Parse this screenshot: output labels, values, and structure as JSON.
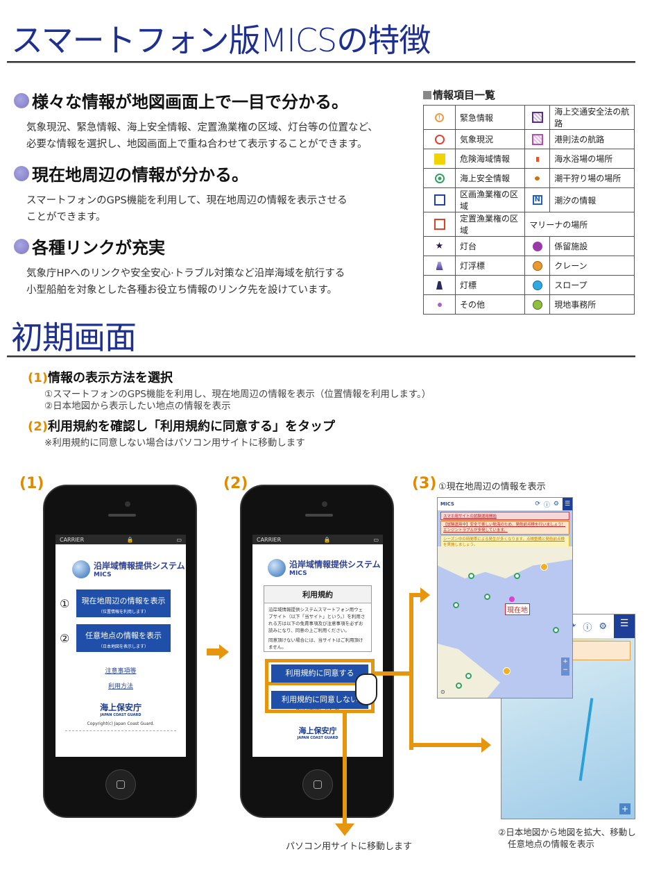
{
  "header": {
    "title": "スマートフォン版MICSの特徴"
  },
  "features": [
    {
      "heading": "様々な情報が地図画面上で一目で分かる。",
      "lines": [
        "気象現況、緊急情報、海上安全情報、定置漁業権の区域、灯台等の位置など、",
        "必要な情報を選択し、地図画面上で重ね合わせて表示することができます。"
      ]
    },
    {
      "heading": "現在地周辺の情報が分かる。",
      "lines": [
        "スマートフォンのGPS機能を利用して、現在地周辺の情報を表示させる",
        "ことができます。"
      ]
    },
    {
      "heading": "各種リンクが充実",
      "lines": [
        "気象庁HPへのリンクや安全安心·トラブル対策など沿岸海域を航行する",
        "小型船舶を対象とした各種お役立ち情報のリンク先を設けています。"
      ]
    }
  ],
  "legend": {
    "title": "情報項目一覧",
    "rows": [
      {
        "left_icon": "emergency-icon",
        "left": "緊急情報",
        "right_icon": "traffic-route-icon",
        "right": "海上交通安全法の航路"
      },
      {
        "left_icon": "weather-icon",
        "left": "気象現況",
        "right_icon": "port-route-icon",
        "right": "港則法の航路"
      },
      {
        "left_icon": "danger-area-icon",
        "left": "危険海域情報",
        "right_icon": "beach-flag-icon",
        "right": "海水浴場の場所"
      },
      {
        "left_icon": "safety-info-icon",
        "left": "海上安全情報",
        "right_icon": "shellfish-icon",
        "right": "潮干狩り場の場所"
      },
      {
        "left_icon": "zone-fishery-icon",
        "left": "区画漁業権の区域",
        "right_icon": "tide-icon",
        "right": "潮汐の情報"
      },
      {
        "left_icon": "fixed-fishery-icon",
        "left": "定置漁業権の区域",
        "right_icon": "",
        "right": "マリーナの場所"
      },
      {
        "left_icon": "lighthouse-icon",
        "left": "灯台",
        "right_icon": "mooring-icon",
        "right": "係留施設"
      },
      {
        "left_icon": "light-buoy-icon",
        "left": "灯浮標",
        "right_icon": "crane-icon",
        "right": "クレーン"
      },
      {
        "left_icon": "light-beacon-icon",
        "left": "灯標",
        "right_icon": "slope-icon",
        "right": "スロープ"
      },
      {
        "left_icon": "other-icon",
        "left": "その他",
        "right_icon": "office-icon",
        "right": "現地事務所"
      }
    ]
  },
  "initial": {
    "title": "初期画面",
    "step1": {
      "num": "(1)",
      "heading": "情報の表示方法を選択",
      "lines": [
        "①スマートフォンのGPS機能を利用し、現在地周辺の情報を表示（位置情報を利用します。）",
        "②日本地図から表示したい地点の情報を表示"
      ]
    },
    "step2": {
      "num": "(2)",
      "heading": "利用規約を確認し「利用規約に同意する」をタップ",
      "lines": [
        "※利用規約に同意しない場合はパソコン用サイトに移動します"
      ]
    }
  },
  "phones": {
    "p1": {
      "label": "(1)",
      "carrier": "CARRIER",
      "app_name": "沿岸域情報提供システム",
      "app_sub": "MICS",
      "opt1_num": "①",
      "opt1_main": "現在地周辺の情報を表示",
      "opt1_sub": "（位置情報を利用します）",
      "opt2_num": "②",
      "opt2_main": "任意地点の情報を表示",
      "opt2_sub": "（日本地図を表示します）",
      "link1": "注意事項等",
      "link2": "利用方法",
      "org": "海上保安庁",
      "org_en": "JAPAN COAST GUARD",
      "copyright": "Copyright(c) Japan Coast Guard."
    },
    "p2": {
      "label": "(2)",
      "carrier": "CARRIER",
      "app_name": "沿岸域情報提供システム",
      "app_sub": "MICS",
      "terms_title": "利用規約",
      "terms_text": "沿岸域情報提供システムスマートフォン用ウェブサイト（以下「当サイト」という。）を利用される方は以下の免責事項及び注意事項を必ずお読みになり、同意の上ご利用ください。",
      "terms_text2": "同意頂けない場合には、当サイトはご利用頂けません。",
      "agree": "利用規約に同意する",
      "disagree": "利用規約に同意しない",
      "back": "前の画面へ戻る",
      "org": "海上保安庁",
      "org_en": "JAPAN COAST GUARD"
    },
    "p3": {
      "label": "(3)",
      "caption1": "①現在地周辺の情報を表示",
      "notice1": "スマホ用サイトの試験運用開始",
      "notice2": "【試験運用中】安全で楽しい航海のため、発航前点検を行いましょう！エンジントラブルが多発しています。",
      "notice3": "シーズン中の時間帯による発生が多くなります。点検整備と発航前点検を実施しましょう。",
      "current_location": "現在地",
      "menu": "メニュー",
      "caption2_line1": "②日本地図から地図を拡大、移動し",
      "caption2_line2": "任意地点の情報を表示"
    },
    "pc_note": "パソコン用サイトに移動します"
  }
}
